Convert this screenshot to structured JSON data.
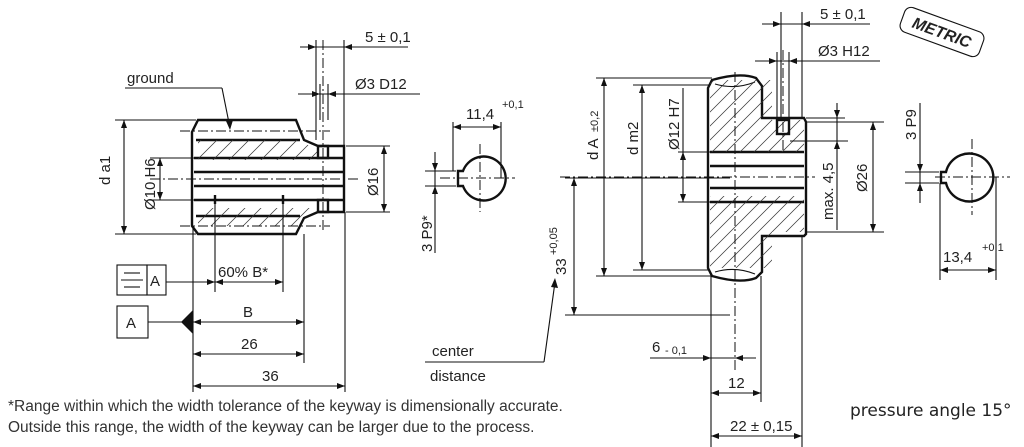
{
  "drawing": {
    "badge": "METRIC",
    "pinion": {
      "ground_label": "ground",
      "dims": {
        "groove_width": "5 ± 0,1",
        "hole": "Ø3 D12",
        "tip_diameter": "d a1",
        "bore": "Ø10 H6",
        "hub": "Ø16",
        "range": "60% B*",
        "face_width": "B",
        "length_26": "26",
        "length_36": "36"
      },
      "datum_label": "A",
      "symmetry_ref": "A"
    },
    "pinion_section": {
      "width_base": "11,4",
      "width_tol": "+0,1",
      "keyway": "3 P9*"
    },
    "center_distance": {
      "value": "33",
      "tol": "+0,05",
      "label_line1": "center",
      "label_line2": "distance"
    },
    "gear": {
      "dims": {
        "groove_width": "5 ± 0,1",
        "hole": "Ø3 H12",
        "outer_diameter_base": "d A",
        "outer_diameter_tol": "±0,2",
        "pitch_diameter": "d m2",
        "bore": "Ø12 H7",
        "max_depth": "max. 4,5",
        "hub": "Ø26",
        "offset_base": "6",
        "offset_tol": "- 0,1",
        "hub_length": "12",
        "total_length": "22 ± 0,15"
      }
    },
    "gear_section": {
      "keyway": "3 P9",
      "width_base": "13,4",
      "width_tol": "+0,1"
    },
    "footnote_line1": "*Range within which the width tolerance of the keyway is dimensionally accurate.",
    "footnote_line2": "Outside this range, the width of the keyway can be larger due to the process.",
    "pressure_angle": "pressure angle 15°"
  }
}
